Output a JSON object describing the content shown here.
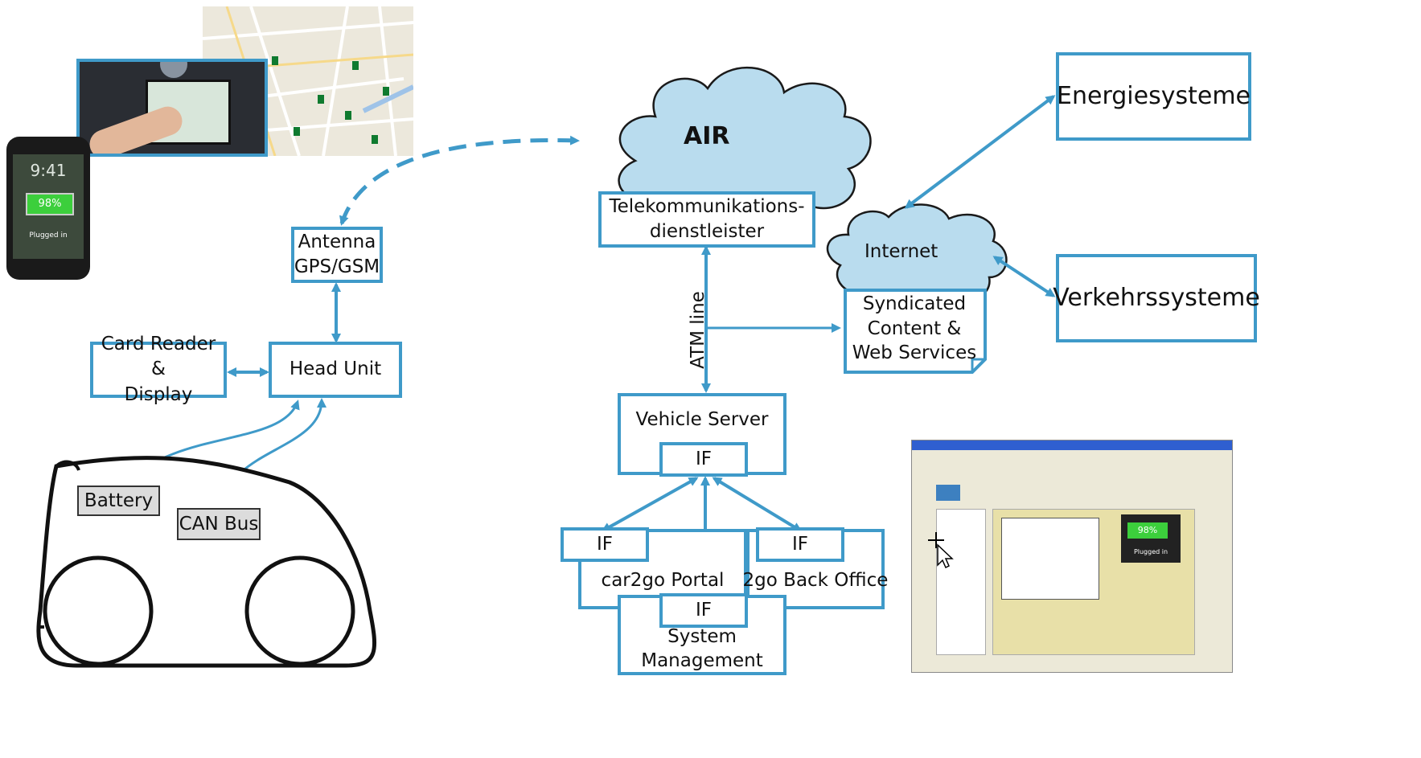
{
  "cloud_air": {
    "label": "AIR"
  },
  "cloud_internet": {
    "label": "Internet"
  },
  "telco": {
    "label_line1": "Telekommunikations-",
    "label_line2": "dienstleister"
  },
  "antenna": {
    "line1": "Antenna",
    "line2": "GPS/GSM"
  },
  "head_unit": {
    "label": "Head Unit"
  },
  "card_reader": {
    "line1": "Card Reader &",
    "line2": "Display"
  },
  "car": {
    "battery": "Battery",
    "can_bus": "CAN Bus"
  },
  "atm_line": {
    "label": "ATM line"
  },
  "syndicated": {
    "line1": "Syndicated",
    "line2": "Content &",
    "line3": "Web Services"
  },
  "energy": {
    "label": "Energiesysteme"
  },
  "traffic": {
    "label": "Verkehrssysteme"
  },
  "vehicle_server": {
    "label": "Vehicle Server",
    "if_label": "IF"
  },
  "portal": {
    "label": "car2go Portal",
    "if_label": "IF"
  },
  "back_office": {
    "label": "2go Back Office",
    "if_label": "IF"
  },
  "system_mgmt": {
    "line1": "System",
    "line2": "Management",
    "if_label": "IF"
  },
  "phone": {
    "time": "9:41",
    "battery_percent": "98%",
    "status": "Plugged in"
  },
  "screenshot": {
    "battery_percent": "98%",
    "status": "Plugged in"
  },
  "colors": {
    "accent": "#3f9ac9",
    "cloud_fill": "#b9dcee",
    "cloud_stroke": "#1a1a1a"
  }
}
